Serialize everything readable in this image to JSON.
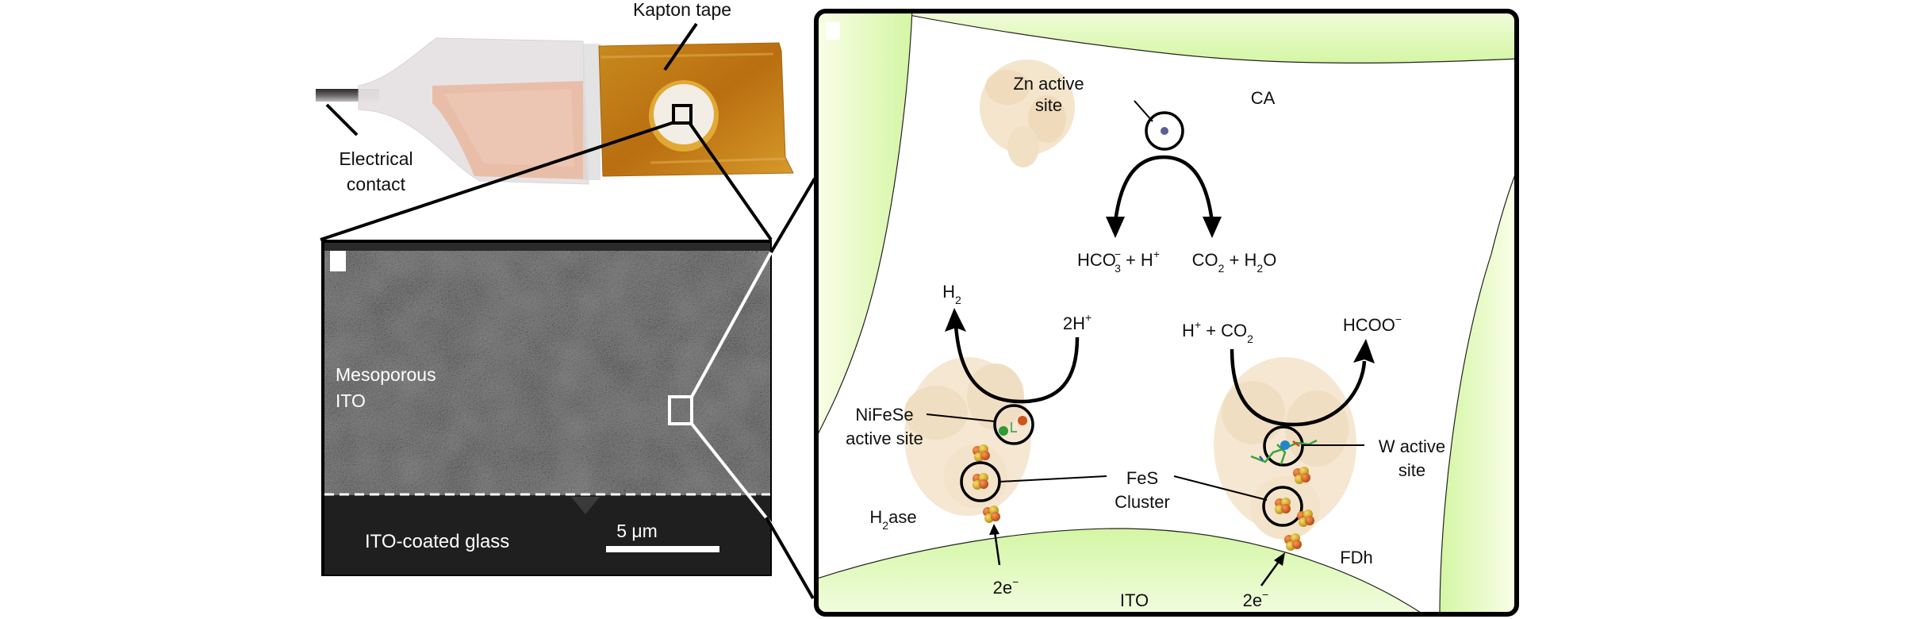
{
  "figure": {
    "photo_panel": {
      "labels": {
        "kapton_tape": "Kapton tape",
        "electrical_contact_line1": "Electrical",
        "electrical_contact_line2": "contact"
      },
      "colors": {
        "kapton": "#c8861a",
        "copper": "#e8b8a0",
        "sleeve": "#eceaea",
        "wire": "#444444"
      }
    },
    "sem_panel": {
      "labels": {
        "mesoporous_line1": "Mesoporous",
        "mesoporous_line2": "ITO",
        "substrate": "ITO-coated glass",
        "scale_bar": "5 μm"
      },
      "colors": {
        "film": "#6a6a6a",
        "glass": "#1e1e1e"
      }
    },
    "schematic_panel": {
      "colors": {
        "ito_green": "#d6f7a8",
        "ito_green_light": "#f4fde4",
        "protein": "#e9c48f",
        "fes_orange": "#d9641c",
        "fes_yellow": "#e0b22a",
        "zn_blue": "#5a5f94",
        "w_blue": "#1f86c9",
        "ni_green": "#2e9a35",
        "fe_red": "#d2521c"
      },
      "ca": {
        "label": "CA",
        "site_line1": "Zn active",
        "site_line2": "site",
        "product_left": {
          "base": "HCO",
          "sub": "3",
          "sup": "−",
          "rest": " + H",
          "rest_sup": "+"
        },
        "product_right": {
          "a": "CO",
          "a_sub": "2",
          "b": " + H",
          "b_sub": "2",
          "c": "O"
        }
      },
      "h2ase": {
        "label_base": "H",
        "label_sub": "2",
        "label_rest": "ase",
        "product": {
          "base": "H",
          "sub": "2"
        },
        "substrate": {
          "base": "2H",
          "sup": "+"
        },
        "site_line1": "NiFeSe",
        "site_line2": "active site",
        "electrons": {
          "base": "2e",
          "sup": "−"
        }
      },
      "fes": {
        "line1": "FeS",
        "line2": "Cluster"
      },
      "fdh": {
        "label": "FDh",
        "substrate": {
          "a": "H",
          "a_sup": "+",
          "b": " + CO",
          "b_sub": "2"
        },
        "product": {
          "base": "HCOO",
          "sup": "−"
        },
        "site_line1": "W active",
        "site_line2": "site",
        "electrons": {
          "base": "2e",
          "sup": "−"
        }
      },
      "ito_label": "ITO"
    }
  }
}
